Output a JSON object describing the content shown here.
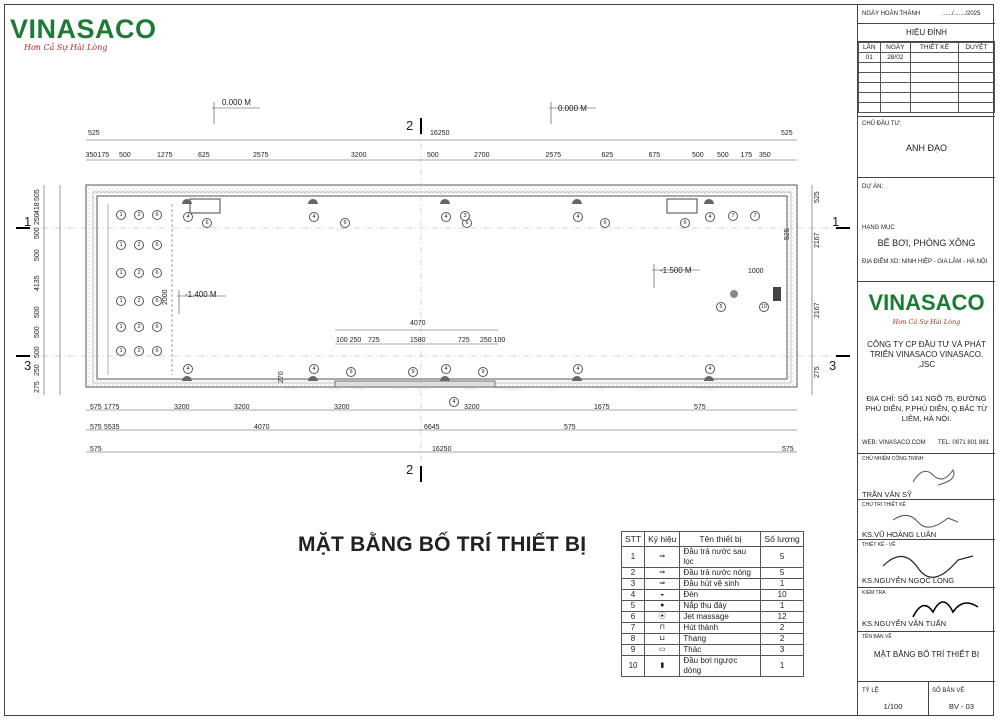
{
  "logo": {
    "word": "VINASACO",
    "tagline": "Hơn Cả Sự Hài Lòng"
  },
  "drawing": {
    "title": "MẶT BẰNG BỐ TRÍ THIẾT BỊ",
    "levels": {
      "top_left": "0.000 M",
      "top_right": "0.000 M",
      "left_pool": "-1.400 M",
      "right_pool": "-1.500 M"
    },
    "section_marks": {
      "s1": "1",
      "s2": "2",
      "s3": "3"
    },
    "dims_top_total": "16250",
    "dims_top_edge": [
      "525",
      "525"
    ],
    "dims_top_row": [
      "350",
      "175",
      "500",
      "1275",
      "625",
      "2575",
      "3200",
      "500",
      "2700",
      "2575",
      "625",
      "675",
      "500",
      "500",
      "175",
      "350"
    ],
    "dims_bottom_row1": [
      "575",
      "1775",
      "3200",
      "3200",
      "3200",
      "3200",
      "1675",
      "575"
    ],
    "dims_bottom_row2": [
      "575",
      "5535",
      "4070",
      "6645",
      "575"
    ],
    "dims_bottom_row3": [
      "575",
      "16250",
      "575"
    ],
    "dims_left": [
      "505",
      "418",
      "250",
      "500",
      "500",
      "4135",
      "500",
      "500",
      "500",
      "250",
      "275"
    ],
    "dims_right": [
      "525",
      "2167",
      "2167",
      "275"
    ],
    "inner_dims": {
      "width_4070": "4070",
      "w1580": "1580",
      "w725a": "725",
      "w725b": "725",
      "w100_250": "100 250",
      "w250_100": "250 100",
      "d1000": "1000",
      "d2000": "2000",
      "d525": "525",
      "d270": "270"
    }
  },
  "legend": {
    "headers": [
      "STT",
      "Ký hiệu",
      "Tên thiết bị",
      "Số lượng"
    ],
    "rows": [
      {
        "stt": "1",
        "name": "Đầu trả nước sau lọc",
        "qty": "5"
      },
      {
        "stt": "2",
        "name": "Đầu trả nước nóng",
        "qty": "5"
      },
      {
        "stt": "3",
        "name": "Đầu hút vệ sinh",
        "qty": "1"
      },
      {
        "stt": "4",
        "name": "Đèn",
        "qty": "10"
      },
      {
        "stt": "5",
        "name": "Nắp thu đáy",
        "qty": "1"
      },
      {
        "stt": "6",
        "name": "Jet massage",
        "qty": "12"
      },
      {
        "stt": "7",
        "name": "Hút thành",
        "qty": "2"
      },
      {
        "stt": "8",
        "name": "Thang",
        "qty": "2"
      },
      {
        "stt": "9",
        "name": "Thác",
        "qty": "3"
      },
      {
        "stt": "10",
        "name": "Đầu bơi ngược dòng",
        "qty": "1"
      }
    ]
  },
  "title_block": {
    "completion_label": "NGÀY HOÀN THÀNH",
    "completion_value": "....../......./2025",
    "revision_title": "HIỆU ĐÍNH",
    "revision_headers": [
      "LẦN",
      "NGÀY",
      "THIẾT KẾ",
      "DUYỆT"
    ],
    "revision_rows": [
      [
        "01",
        "28/02",
        "",
        ""
      ]
    ],
    "owner_label": "CHỦ ĐẦU TƯ:",
    "owner_value": "ANH ĐẠO",
    "project_label": "DỰ ÁN:",
    "item_label": "HẠNG MỤC",
    "item_value": "BỂ BƠI, PHÒNG XÔNG",
    "location": "ĐỊA ĐIỂM XD: NINH HIỆP - GIA LÂM - HÀ NỘI",
    "company_logo": "VINASACO",
    "company_tagline": "Hơn Cả Sự Hài Lòng",
    "company_name": "CÔNG TY CP ĐẦU TƯ VÀ PHÁT TRIỂN VINASACO VINASACO. ,JSC",
    "address": "ĐỊA CHỈ: SỐ 141 NGÕ 75, ĐƯỜNG PHÚ DIỄN, P.PHÚ DIỄN, Q.BẮC TỪ LIÊM, HÀ NỘI.",
    "web": "WEB: VINASACO.COM",
    "tel": "TEL: 0971 801 881",
    "chief_label": "CHỦ NHIỆM CÔNG TRÌNH",
    "chief_name": "TRẦN VĂN SỸ",
    "design_chief_label": "CHỦ TRÌ THIẾT KẾ",
    "design_chief_name": "KS.VŨ HOÀNG LUÂN",
    "designer_label": "THIẾT KẾ - VẼ",
    "designer_name": "KS.NGUYỄN NGỌC LONG",
    "checker_label": "KIỂM TRA",
    "checker_name": "KS.NGUYỄN VĂN TUẤN",
    "drawing_name_label": "TÊN BẢN VẼ",
    "drawing_name": "MẶT BẰNG BỐ TRÍ THIẾT BỊ",
    "scale_label": "TỶ LỆ",
    "scale_value": "1/100",
    "sheet_label": "SỐ BẢN VẼ",
    "sheet_value": "BV - 03"
  }
}
